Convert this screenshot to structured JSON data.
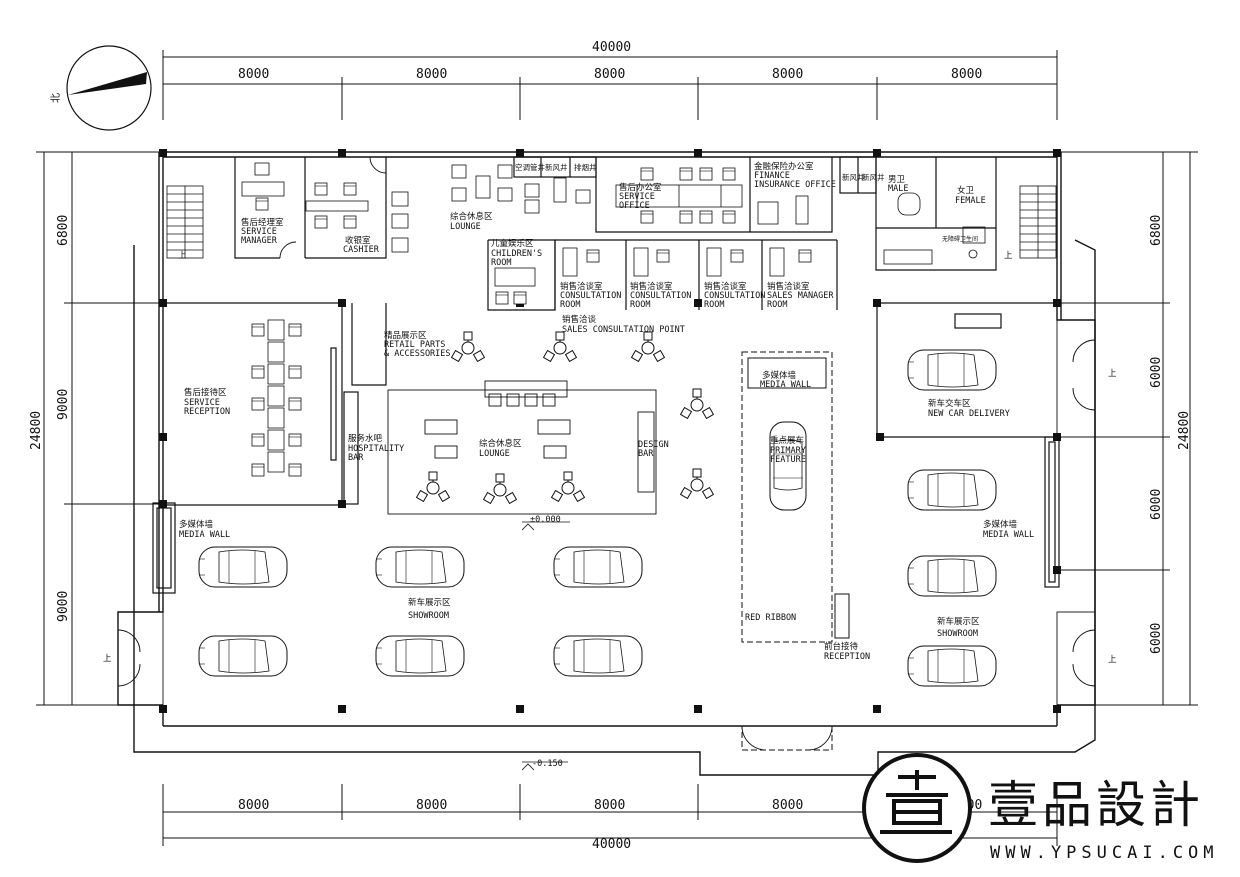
{
  "north_label": "北",
  "dimensions": {
    "top_total": "40000",
    "top_segments": [
      "8000",
      "8000",
      "8000",
      "8000",
      "8000"
    ],
    "bottom_total": "40000",
    "bottom_segments": [
      "8000",
      "8000",
      "8000",
      "8000",
      "8000"
    ],
    "left_total": "24800",
    "left_segments": [
      "6800",
      "9000",
      "9000"
    ],
    "right_total": "24800",
    "right_segments": [
      "6800",
      "6000",
      "6000",
      "6000"
    ]
  },
  "levels": {
    "floor": "±0.000",
    "outdoor": "-0.150"
  },
  "stair_up": "上",
  "rooms": {
    "after_sales_manager": {
      "cn": "售后经理室",
      "en1": "SERVICE",
      "en2": "MANAGER"
    },
    "cashier": {
      "cn": "收银室",
      "en": "CASHIER"
    },
    "lounge_top": {
      "cn": "综合休息区",
      "en": "LOUNGE"
    },
    "ac_shaft": "空调管井",
    "fresh_air_1": "新风井",
    "smoke_shaft": "排烟井",
    "service_office": {
      "cn": "售后办公室",
      "en1": "SERVICE",
      "en2": "OFFICE"
    },
    "finance": {
      "cn": "金融保险办公室",
      "en1": "FINANCE",
      "en2": "INSURANCE OFFICE"
    },
    "fresh_air_2": "新风井",
    "fresh_air_3": "新风井",
    "male": {
      "cn": "男卫",
      "en": "MALE"
    },
    "female": {
      "cn": "女卫",
      "en": "FEMALE"
    },
    "accessible": "无障碍卫生间",
    "children": {
      "cn": "儿童娱乐区",
      "en1": "CHILDREN'S",
      "en2": "ROOM"
    },
    "consult_1": {
      "cn": "销售洽谈室",
      "en1": "CONSULTATION",
      "en2": "ROOM"
    },
    "consult_2": {
      "cn": "销售洽谈室",
      "en1": "CONSULTATION",
      "en2": "ROOM"
    },
    "consult_3": {
      "cn": "销售洽谈室",
      "en1": "CONSULTATION",
      "en2": "ROOM"
    },
    "sales_manager": {
      "cn": "销售洽谈室",
      "en1": "SALES MANAGER",
      "en2": "ROOM"
    },
    "sales_point": {
      "cn": "销售洽谈",
      "en": "SALES CONSULTATION POINT"
    },
    "retail": {
      "cn": "精品展示区",
      "en1": "RETAIL PARTS",
      "en2": "& ACCESSORIES"
    },
    "service_reception": {
      "cn": "售后接待区",
      "en1": "SERVICE",
      "en2": "RECEPTION"
    },
    "hospitality": {
      "cn": "服务水吧",
      "en1": "HOSPITALITY",
      "en2": "BAR"
    },
    "lounge_center": {
      "cn": "综合休息区",
      "en": "LOUNGE"
    },
    "design_bar": {
      "en1": "DESIGN",
      "en2": "BAR"
    },
    "media_wall_center": {
      "cn": "多媒体墙",
      "en": "MEDIA WALL"
    },
    "primary_feature": {
      "cn": "重点展车",
      "en1": "PRIMARY",
      "en2": "FEATURE"
    },
    "new_car_delivery": {
      "cn": "新车交车区",
      "en": "NEW CAR DELIVERY"
    },
    "media_wall_left": {
      "cn": "多媒体墙",
      "en": "MEDIA WALL"
    },
    "media_wall_right": {
      "cn": "多媒体墙",
      "en": "MEDIA WALL"
    },
    "showroom_left": {
      "cn": "新车展示区",
      "en": "SHOWROOM"
    },
    "showroom_right": {
      "cn": "新车展示区",
      "en": "SHOWROOM"
    },
    "red_ribbon": "RED RIBBON",
    "reception": {
      "cn": "前台接待",
      "en": "RECEPTION"
    }
  },
  "logo": {
    "name": "壹品設計",
    "url": "WWW.YPSUCAI.COM"
  }
}
